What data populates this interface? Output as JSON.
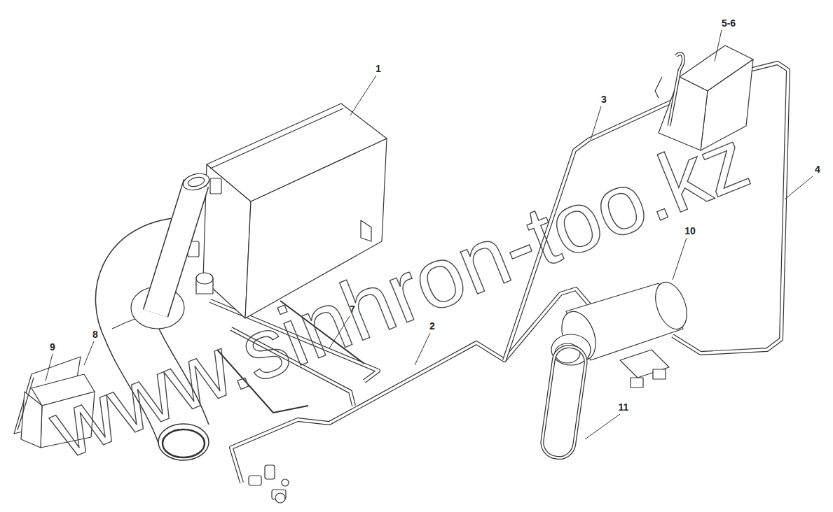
{
  "diagram": {
    "labels": [
      "1",
      "2",
      "3",
      "4",
      "5-6",
      "7",
      "8",
      "9",
      "10",
      "11",
      "www.sinhron-too.kz"
    ]
  }
}
